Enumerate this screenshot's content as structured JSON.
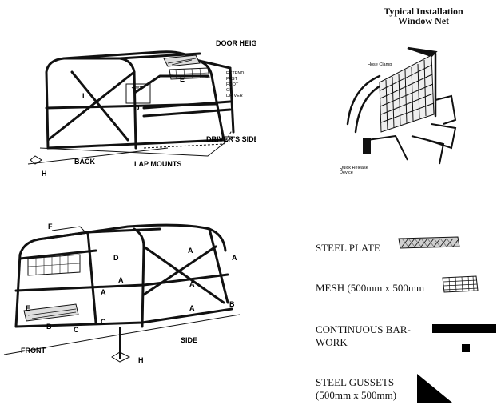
{
  "window_net": {
    "title_line1": "Typical Installation",
    "title_line2": "Window Net",
    "hose_clamp": "Hose Clamp",
    "quick_release_1": "Quick Release",
    "quick_release_2": "Device"
  },
  "top_diagram": {
    "door_height": "DOOR HEIGHT",
    "extend_1": "EXTEND",
    "extend_2": "PAST",
    "extend_3": "FOOT",
    "extend_4": "OF",
    "extend_5": "DRIVER",
    "drivers_side": "DRIVER'S SIDE",
    "back": "BACK",
    "lap_mounts": "LAP MOUNTS",
    "label_e": "E",
    "label_i": "I",
    "label_d": "D",
    "label_h": "H",
    "label_100": "100"
  },
  "bottom_diagram": {
    "front": "FRONT",
    "side": "SIDE",
    "label_f": "F",
    "label_a": "A",
    "label_b": "B",
    "label_c": "C",
    "label_d": "D",
    "label_e": "E",
    "label_h": "H"
  },
  "legend": {
    "steel_plate": "STEEL PLATE",
    "mesh": "MESH (500mm x 500mm",
    "bar_line1": "CONTINUOUS BAR-",
    "bar_line2": "WORK",
    "gussets_line1": "STEEL GUSSETS",
    "gussets_line2": "(500mm x 500mm)"
  }
}
